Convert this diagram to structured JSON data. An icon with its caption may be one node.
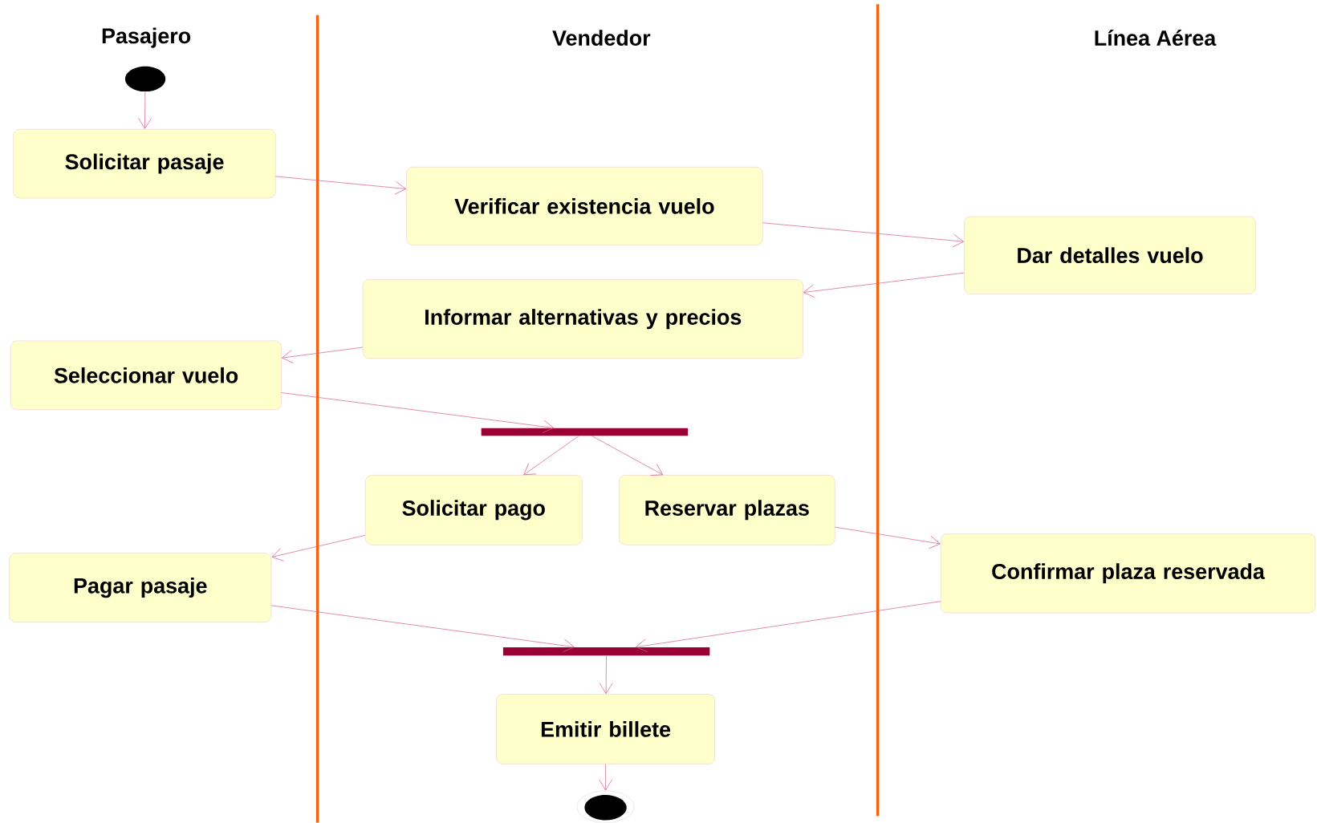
{
  "diagram": {
    "nodes": [
      {
        "text": [],
        "shape": "circle"
      },
      {
        "text": [
          "Solicitar pasaje"
        ]
      },
      {
        "text": [
          "Verificar existencia vuelo"
        ]
      },
      {
        "text": [
          "Dar detalles vuelo"
        ]
      },
      {
        "text": [
          "Informar alternativas y precios"
        ]
      },
      {
        "text": [
          "Seleccionar vuelo"
        ]
      },
      {
        "text": [],
        "shape": "bar"
      },
      {
        "text": [
          "Solicitar pago"
        ]
      },
      {
        "text": [
          "Reservar plazas"
        ]
      },
      {
        "text": [
          "Pagar pasaje"
        ]
      },
      {
        "text": [
          "Confirmar plaza reservada"
        ]
      },
      {
        "text": [],
        "shape": "bar"
      },
      {
        "text": [
          "Emitir billete"
        ]
      },
      {
        "text": [],
        "shape": "circle"
      }
    ],
    "edges": [
      {
        "from": 0,
        "to": 1,
        "arrow": "to"
      },
      {
        "from": 1,
        "to": 2,
        "arrow": "to"
      },
      {
        "from": 2,
        "to": 3,
        "arrow": "to"
      },
      {
        "from": 3,
        "to": 4,
        "arrow": "to"
      },
      {
        "from": 4,
        "to": 5,
        "arrow": "to"
      },
      {
        "from": 5,
        "to": 6,
        "arrow": "to"
      },
      {
        "from": 6,
        "to": 7,
        "arrow": "to"
      },
      {
        "from": 6,
        "to": 8,
        "arrow": "to"
      },
      {
        "from": 7,
        "to": 9,
        "arrow": "to"
      },
      {
        "from": 8,
        "to": 10,
        "arrow": "to"
      },
      {
        "from": 9,
        "to": 11,
        "arrow": "to"
      },
      {
        "from": 10,
        "to": 11,
        "arrow": "to"
      },
      {
        "from": 11,
        "to": 12,
        "arrow": "to"
      },
      {
        "from": 12,
        "to": 13,
        "arrow": "to"
      }
    ],
    "labels": [
      "Pasajero",
      "Vendedor",
      "Línea Aérea"
    ]
  }
}
